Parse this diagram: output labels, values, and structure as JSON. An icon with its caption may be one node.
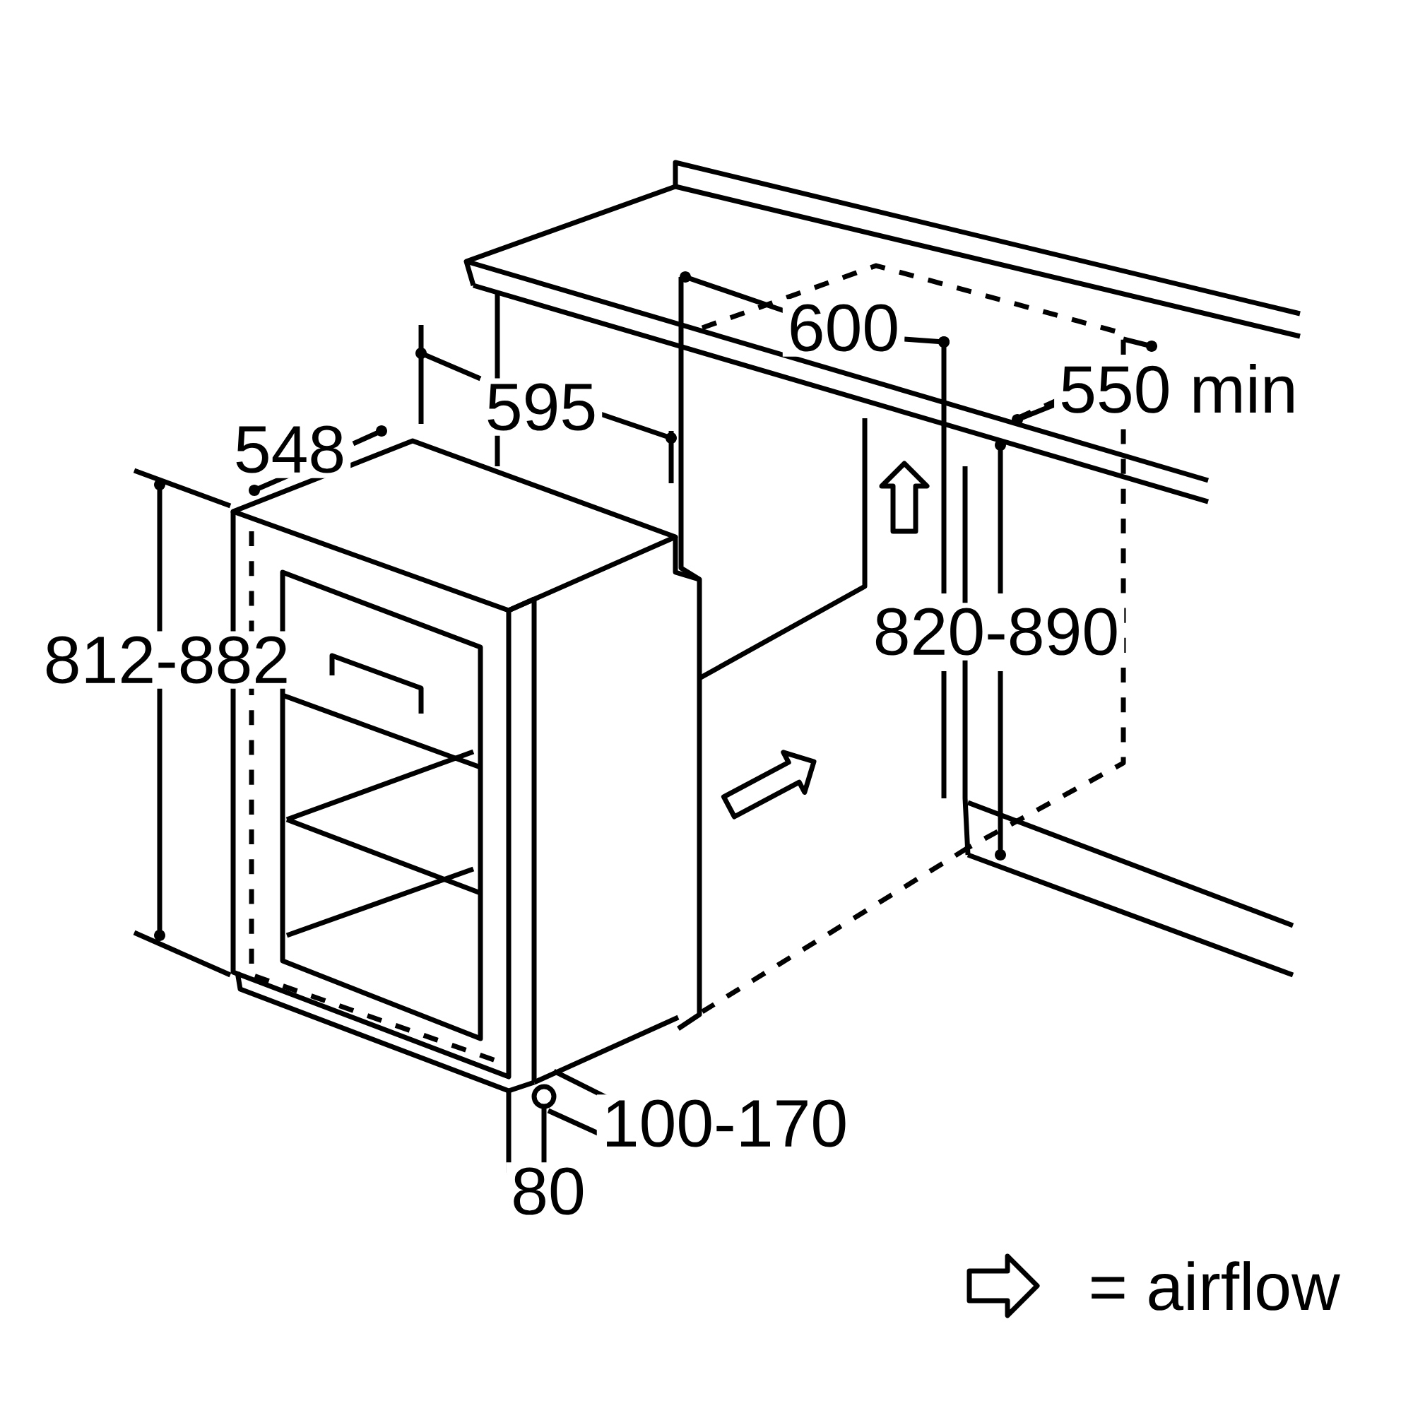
{
  "diagram": {
    "labels": [
      "548",
      "595",
      "600",
      "550 min",
      "812-882",
      "820-890",
      "100-170",
      "80"
    ],
    "legend": [
      {
        "text": "= airflow"
      }
    ]
  }
}
